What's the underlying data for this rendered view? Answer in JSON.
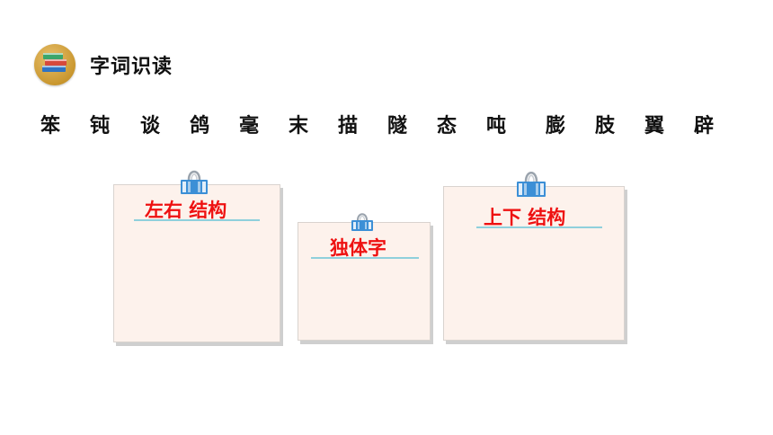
{
  "section": {
    "title": "字词识读",
    "icon": "books-icon"
  },
  "characters": [
    "笨",
    "钝",
    "谈",
    "鸽",
    "毫",
    "末",
    "描",
    "隧",
    "态",
    "吨",
    "膨",
    "肢",
    "翼",
    "辟"
  ],
  "notes": [
    {
      "label": "左右  结构",
      "icon": "binder-clip-icon"
    },
    {
      "label": "独体字",
      "icon": "binder-clip-icon"
    },
    {
      "label": "上下  结构",
      "icon": "binder-clip-icon"
    }
  ],
  "colors": {
    "note_bg": "#fdf2ec",
    "label_red": "#ee1111",
    "underline_teal": "#8fd0dc",
    "clip_blue": "#3c8fd6",
    "icon_gold": "#c9972f"
  }
}
